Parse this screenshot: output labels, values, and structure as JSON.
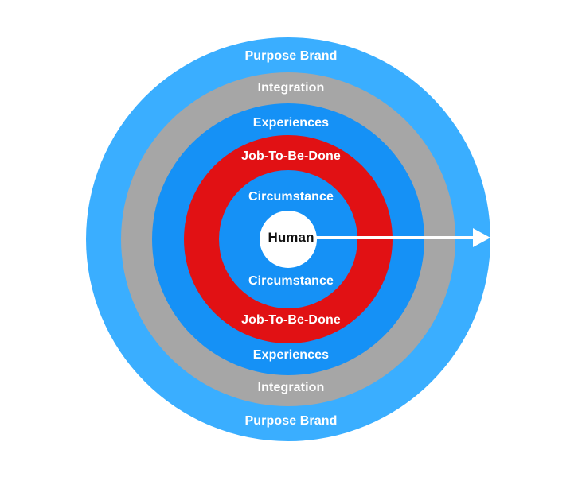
{
  "colors": {
    "purpose_brand": "#3aaeff",
    "integration": "#a6a6a6",
    "experiences": "#1591f6",
    "job_to_be_done": "#e11114",
    "circumstance": "#1591f6",
    "human": "#ffffff",
    "arrow": "#ffffff"
  },
  "rings": {
    "purpose_brand": {
      "top": "Purpose Brand",
      "bottom": "Purpose Brand"
    },
    "integration": {
      "top": "Integration",
      "bottom": "Integration"
    },
    "experiences": {
      "top": "Experiences",
      "bottom": "Experiences"
    },
    "job_to_be_done": {
      "top": "Job-To-Be-Done",
      "bottom": "Job-To-Be-Done"
    },
    "circumstance": {
      "top": "Circumstance",
      "bottom": "Circumstance"
    }
  },
  "center": {
    "label": "Human"
  },
  "arrow": {
    "icon": "arrow-right-icon"
  }
}
